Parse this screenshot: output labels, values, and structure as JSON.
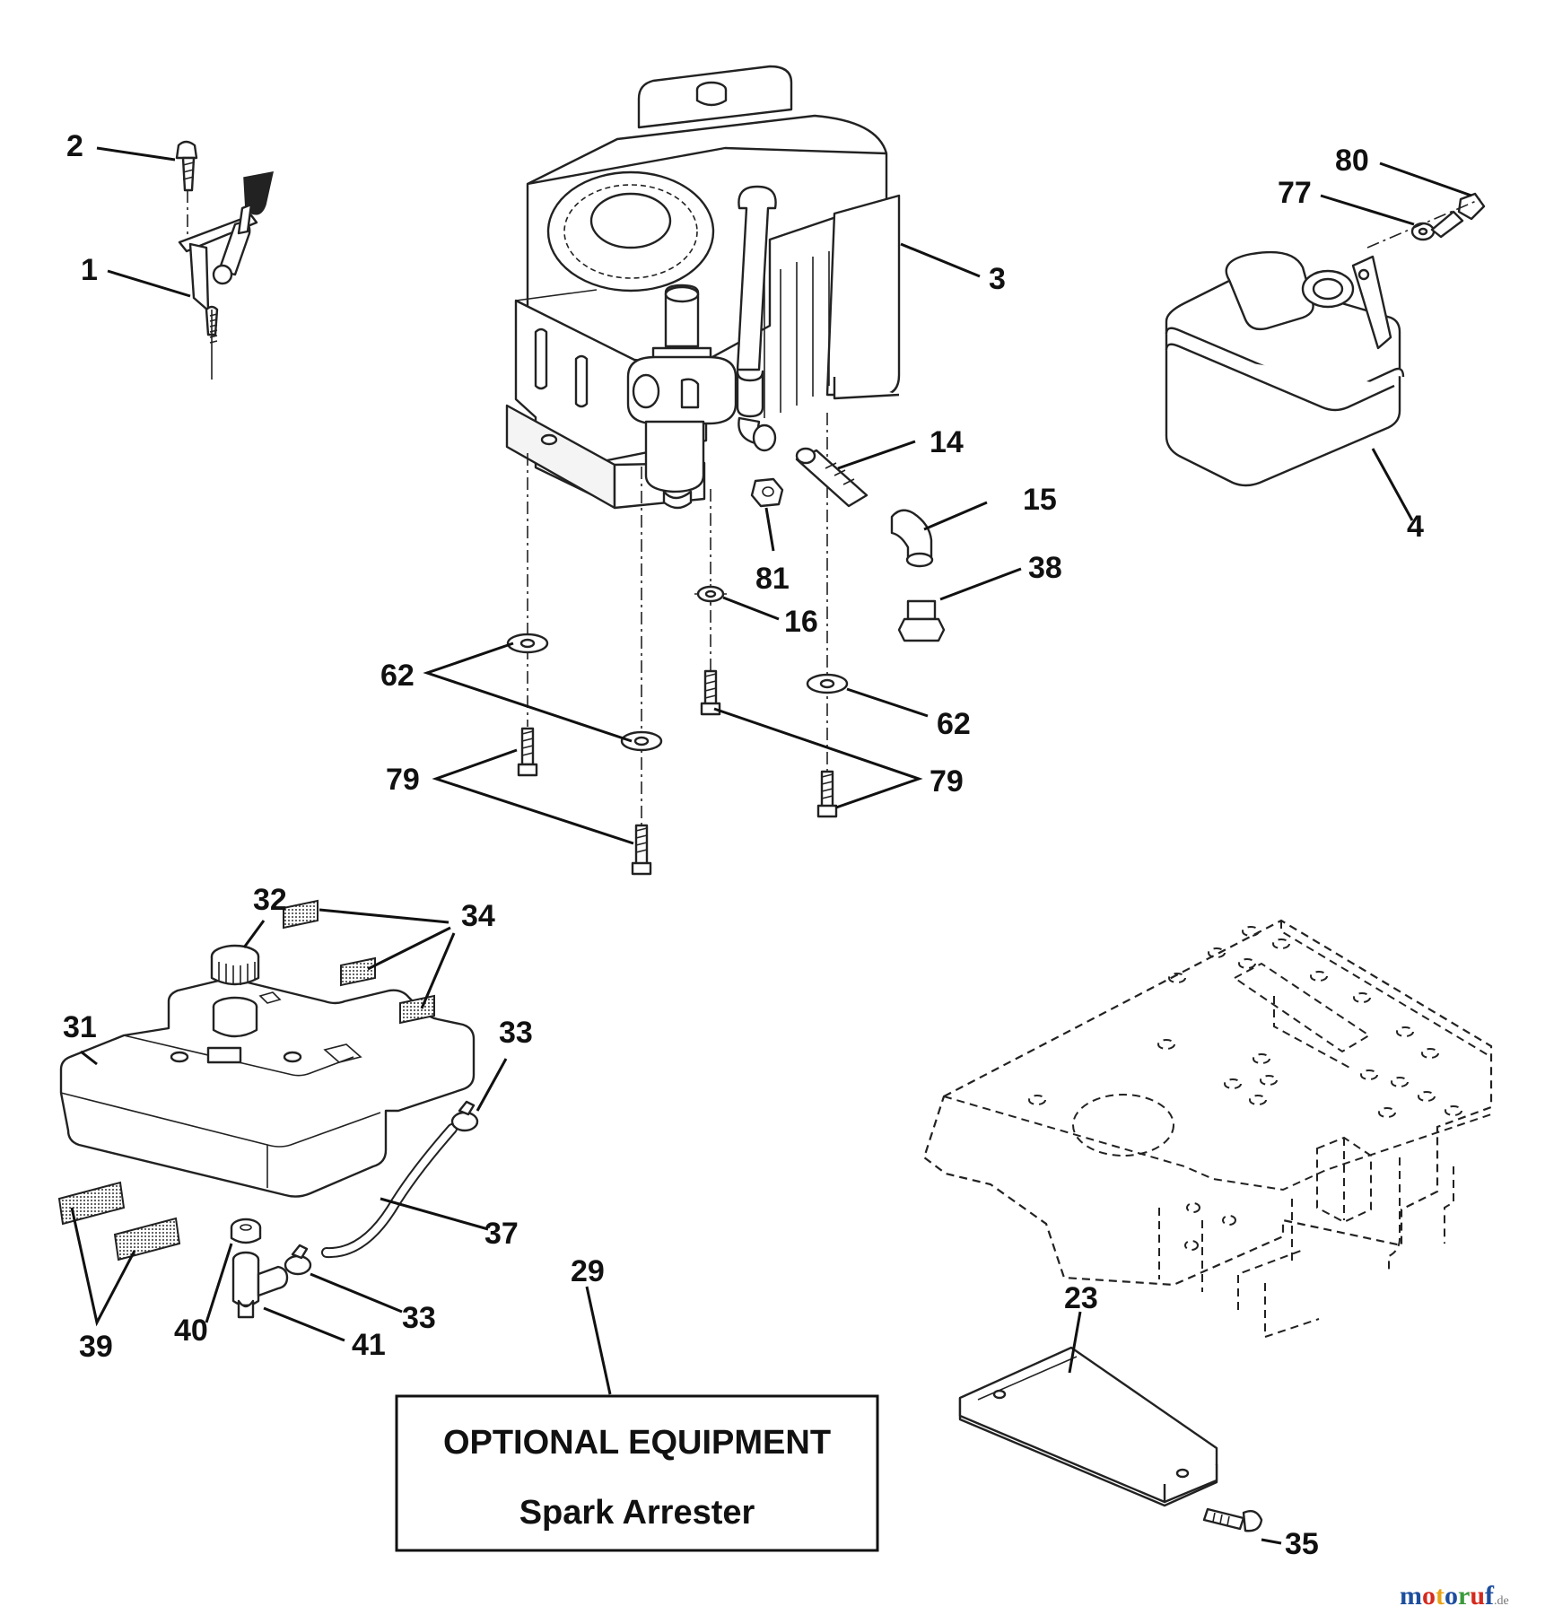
{
  "callouts": [
    {
      "id": "c-2",
      "text": "2"
    },
    {
      "id": "c-1",
      "text": "1"
    },
    {
      "id": "c-3",
      "text": "3"
    },
    {
      "id": "c-80",
      "text": "80"
    },
    {
      "id": "c-77",
      "text": "77"
    },
    {
      "id": "c-4",
      "text": "4"
    },
    {
      "id": "c-14",
      "text": "14"
    },
    {
      "id": "c-15",
      "text": "15"
    },
    {
      "id": "c-38",
      "text": "38"
    },
    {
      "id": "c-81",
      "text": "81"
    },
    {
      "id": "c-16",
      "text": "16"
    },
    {
      "id": "c-62a",
      "text": "62"
    },
    {
      "id": "c-62b",
      "text": "62"
    },
    {
      "id": "c-79a",
      "text": "79"
    },
    {
      "id": "c-79b",
      "text": "79"
    },
    {
      "id": "c-32",
      "text": "32"
    },
    {
      "id": "c-34",
      "text": "34"
    },
    {
      "id": "c-31",
      "text": "31"
    },
    {
      "id": "c-33a",
      "text": "33"
    },
    {
      "id": "c-37",
      "text": "37"
    },
    {
      "id": "c-33b",
      "text": "33"
    },
    {
      "id": "c-40",
      "text": "40"
    },
    {
      "id": "c-41",
      "text": "41"
    },
    {
      "id": "c-39",
      "text": "39"
    },
    {
      "id": "c-29",
      "text": "29"
    },
    {
      "id": "c-23",
      "text": "23"
    },
    {
      "id": "c-35",
      "text": "35"
    }
  ],
  "optional_box": {
    "line1": "OPTIONAL EQUIPMENT",
    "line2": "Spark Arrester"
  },
  "watermark": {
    "brand": "motoruf",
    "suffix": ".de",
    "colors": [
      "#1d4e9e",
      "#d42a1f",
      "#e8a316",
      "#1d4e9e",
      "#3a9a3a",
      "#d42a1f",
      "#1d4e9e"
    ]
  }
}
